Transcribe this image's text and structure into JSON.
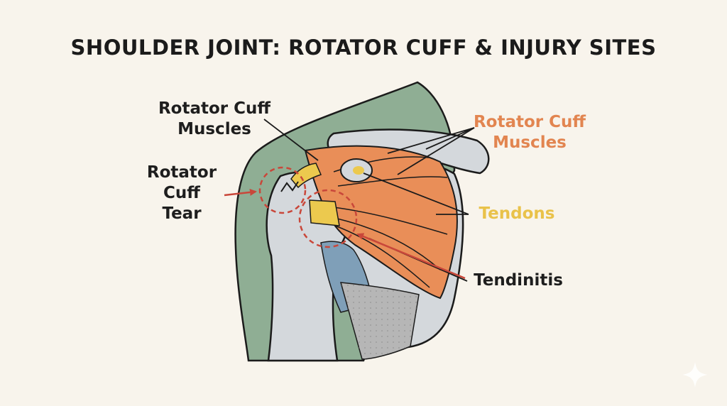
{
  "title": "SHOULDER JOINT: ROTATOR CUFF & INJURY SITES",
  "labels": {
    "muscles_left": [
      "Rotator Cuff",
      "Muscles"
    ],
    "tear": [
      "Rotator",
      "Cuff",
      "Tear"
    ],
    "muscles_right": [
      "Rotator Cuff",
      "Muscles"
    ],
    "tendons": "Tendons",
    "tendinitis": "Tendinitis"
  },
  "colors": {
    "background": "#f8f4ec",
    "skin": "#8fae94",
    "bone": "#d4d8dc",
    "muscle": "#e98e58",
    "tendon": "#ecc94e",
    "cartilage": "#7f9fb8",
    "injury_marker": "#c9473a",
    "muscle_label": "#e28550",
    "tendon_label": "#e9c24a"
  },
  "icons": {
    "watermark": "sparkle-icon"
  }
}
